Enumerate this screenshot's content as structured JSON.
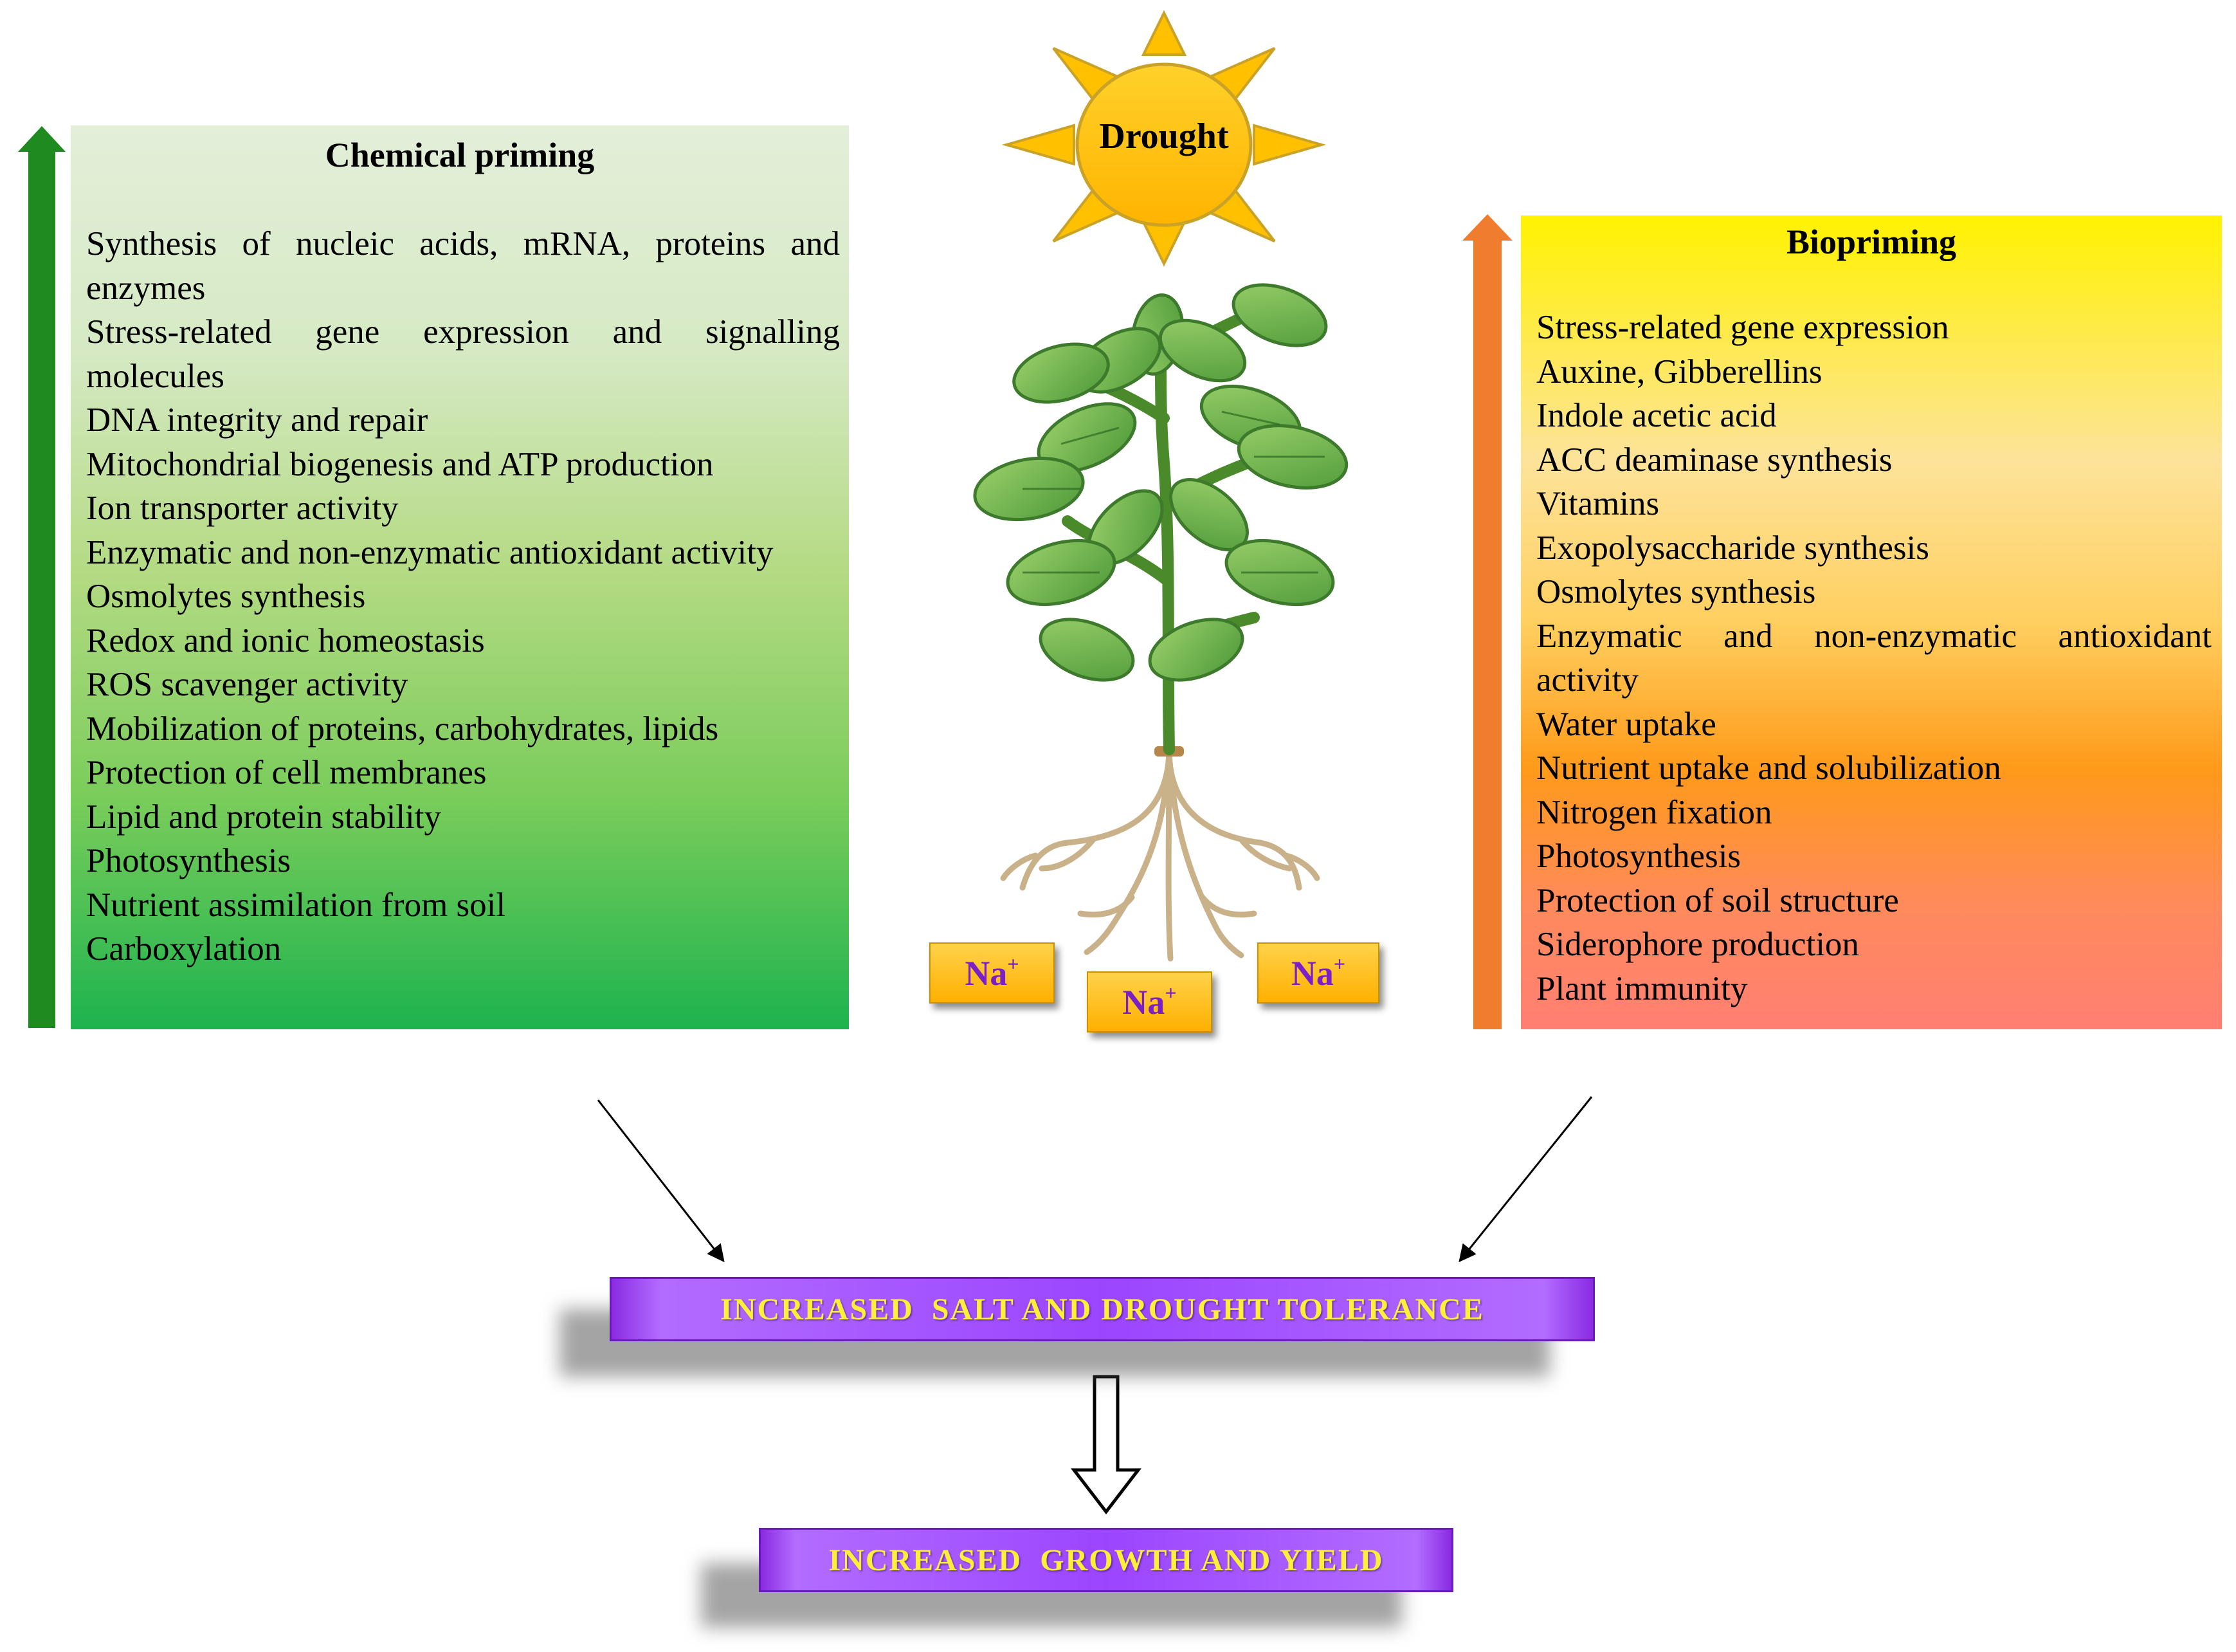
{
  "chemical_priming": {
    "title": "Chemical priming",
    "items": [
      "Synthesis of nucleic acids, mRNA, proteins and enzymes",
      "Stress-related gene expression and signalling molecules",
      "DNA integrity and repair",
      "Mitochondrial biogenesis and ATP production",
      "Ion transporter activity",
      "Enzymatic and non-enzymatic antioxidant activity",
      "Osmolytes synthesis",
      "Redox and ionic homeostasis",
      "ROS scavenger activity",
      "Mobilization of proteins, carbohydrates, lipids",
      "Protection of cell membranes",
      "Lipid and protein stability",
      "Photosynthesis",
      "Nutrient assimilation from soil",
      "Carboxylation"
    ]
  },
  "biopriming": {
    "title": "Biopriming",
    "items": [
      "Stress-related gene expression",
      "Auxine, Gibberellins",
      "Indole acetic acid",
      "ACC deaminase synthesis",
      "Vitamins",
      "Exopolysaccharide synthesis",
      "Osmolytes synthesis",
      "Enzymatic and non-enzymatic antioxidant activity",
      "Water uptake",
      "Nutrient uptake and solubilization",
      "Nitrogen fixation",
      "Photosynthesis",
      "Protection of soil structure",
      "Siderophore production",
      "Plant immunity"
    ]
  },
  "sun": {
    "label": "Drought"
  },
  "ions": {
    "base": "Na",
    "charge": "+"
  },
  "outcomes": {
    "tolerance": "INCREASED  SALT AND DROUGHT TOLERANCE",
    "growth": "INCREASED  GROWTH AND YIELD"
  },
  "colors": {
    "chem_arrow": "#1f8a1f",
    "bio_arrow": "#f07c2e",
    "sun": "#ffc000",
    "banner": "#9b45ff",
    "banner_text": "#ffee3a",
    "ion_text": "#7a20c6"
  }
}
